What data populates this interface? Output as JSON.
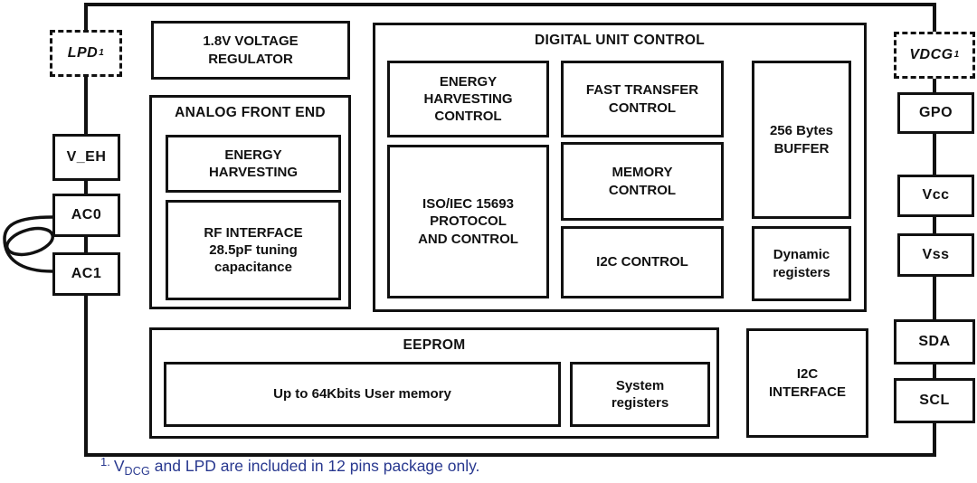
{
  "diagram": {
    "kind": "functional-block-diagram",
    "colors": {
      "line": "#111111",
      "box_fill": "#ffffff",
      "footnote_text": "#28388f"
    },
    "pins": {
      "lpd": {
        "label": "LPD",
        "sup": "1"
      },
      "v_eh": {
        "label": "V_EH"
      },
      "ac0": {
        "label": "AC0"
      },
      "ac1": {
        "label": "AC1"
      },
      "vdcg": {
        "label": "VDCG",
        "sup": "1"
      },
      "gpo": {
        "label": "GPO"
      },
      "vcc": {
        "label": "Vcc"
      },
      "vss": {
        "label": "Vss"
      },
      "sda": {
        "label": "SDA"
      },
      "scl": {
        "label": "SCL"
      }
    },
    "blocks": {
      "voltage_regulator": {
        "label": "1.8V VOLTAGE\nREGULATOR"
      },
      "analog_front_end": {
        "title": "ANALOG FRONT END",
        "energy_harvesting": "ENERGY\nHARVESTING",
        "rf_interface": "RF INTERFACE\n28.5pF tuning\ncapacitance"
      },
      "digital_unit_control": {
        "title": "DIGITAL UNIT CONTROL",
        "energy_harvesting_control": "ENERGY\nHARVESTING\nCONTROL",
        "fast_transfer_control": "FAST TRANSFER\nCONTROL",
        "buffer": "256 Bytes\nBUFFER",
        "iso_protocol": "ISO/IEC 15693\nPROTOCOL\nAND CONTROL",
        "memory_control": "MEMORY\nCONTROL",
        "i2c_control": "I2C CONTROL",
        "dynamic_registers": "Dynamic\nregisters"
      },
      "eeprom": {
        "title": "EEPROM",
        "user_memory": "Up to 64Kbits User memory",
        "system_registers": "System\nregisters"
      },
      "i2c_interface": {
        "label": "I2C\nINTERFACE"
      }
    },
    "footnote": {
      "number": "1.",
      "v": "V",
      "v_sub": "DCG",
      "rest": " and LPD are included in 12 pins package only."
    }
  }
}
